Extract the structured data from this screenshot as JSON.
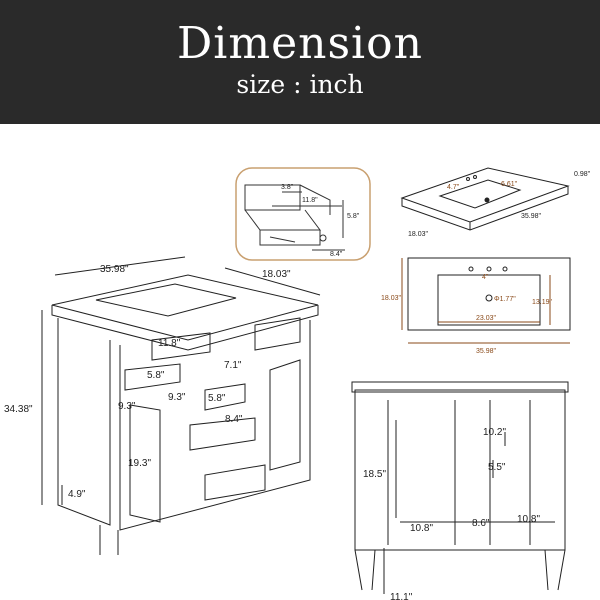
{
  "header": {
    "title": "Dimension",
    "subtitle": "size : inch"
  },
  "drawer_detail": {
    "d1": "3.8\"",
    "d2": "11.8\"",
    "d3": "5.8\"",
    "d4": "8.4\""
  },
  "sink_iso": {
    "height": "0.98\"",
    "depth": "18.03\"",
    "width": "35.98\"",
    "a": "4.7\"",
    "b": "6.61\""
  },
  "sink_plan": {
    "depth": "18.03\"",
    "bowl_depth": "13.19\"",
    "drain": "Φ1.77\"",
    "hole": "4\"",
    "bowl_width": "23.03\"",
    "width": "35.98\""
  },
  "vanity": {
    "width": "35.98\"",
    "depth": "18.03\"",
    "height": "34.38\"",
    "d_11_8": "11.8\"",
    "d_7_1": "7.1\"",
    "d_5_8a": "5.8\"",
    "d_5_8b": "5.8\"",
    "d_9_3a": "9.3\"",
    "d_9_3b": "9.3\"",
    "d_8_4": "8.4\"",
    "d_19_3": "19.3\"",
    "d_4_9": "4.9\""
  },
  "back_view": {
    "h": "18.5\"",
    "w1": "10.8\"",
    "w2": "8.6\"",
    "w3": "10.8\"",
    "shelf": "10.2\"",
    "gap": "5.5\"",
    "leg": "11.1\""
  }
}
